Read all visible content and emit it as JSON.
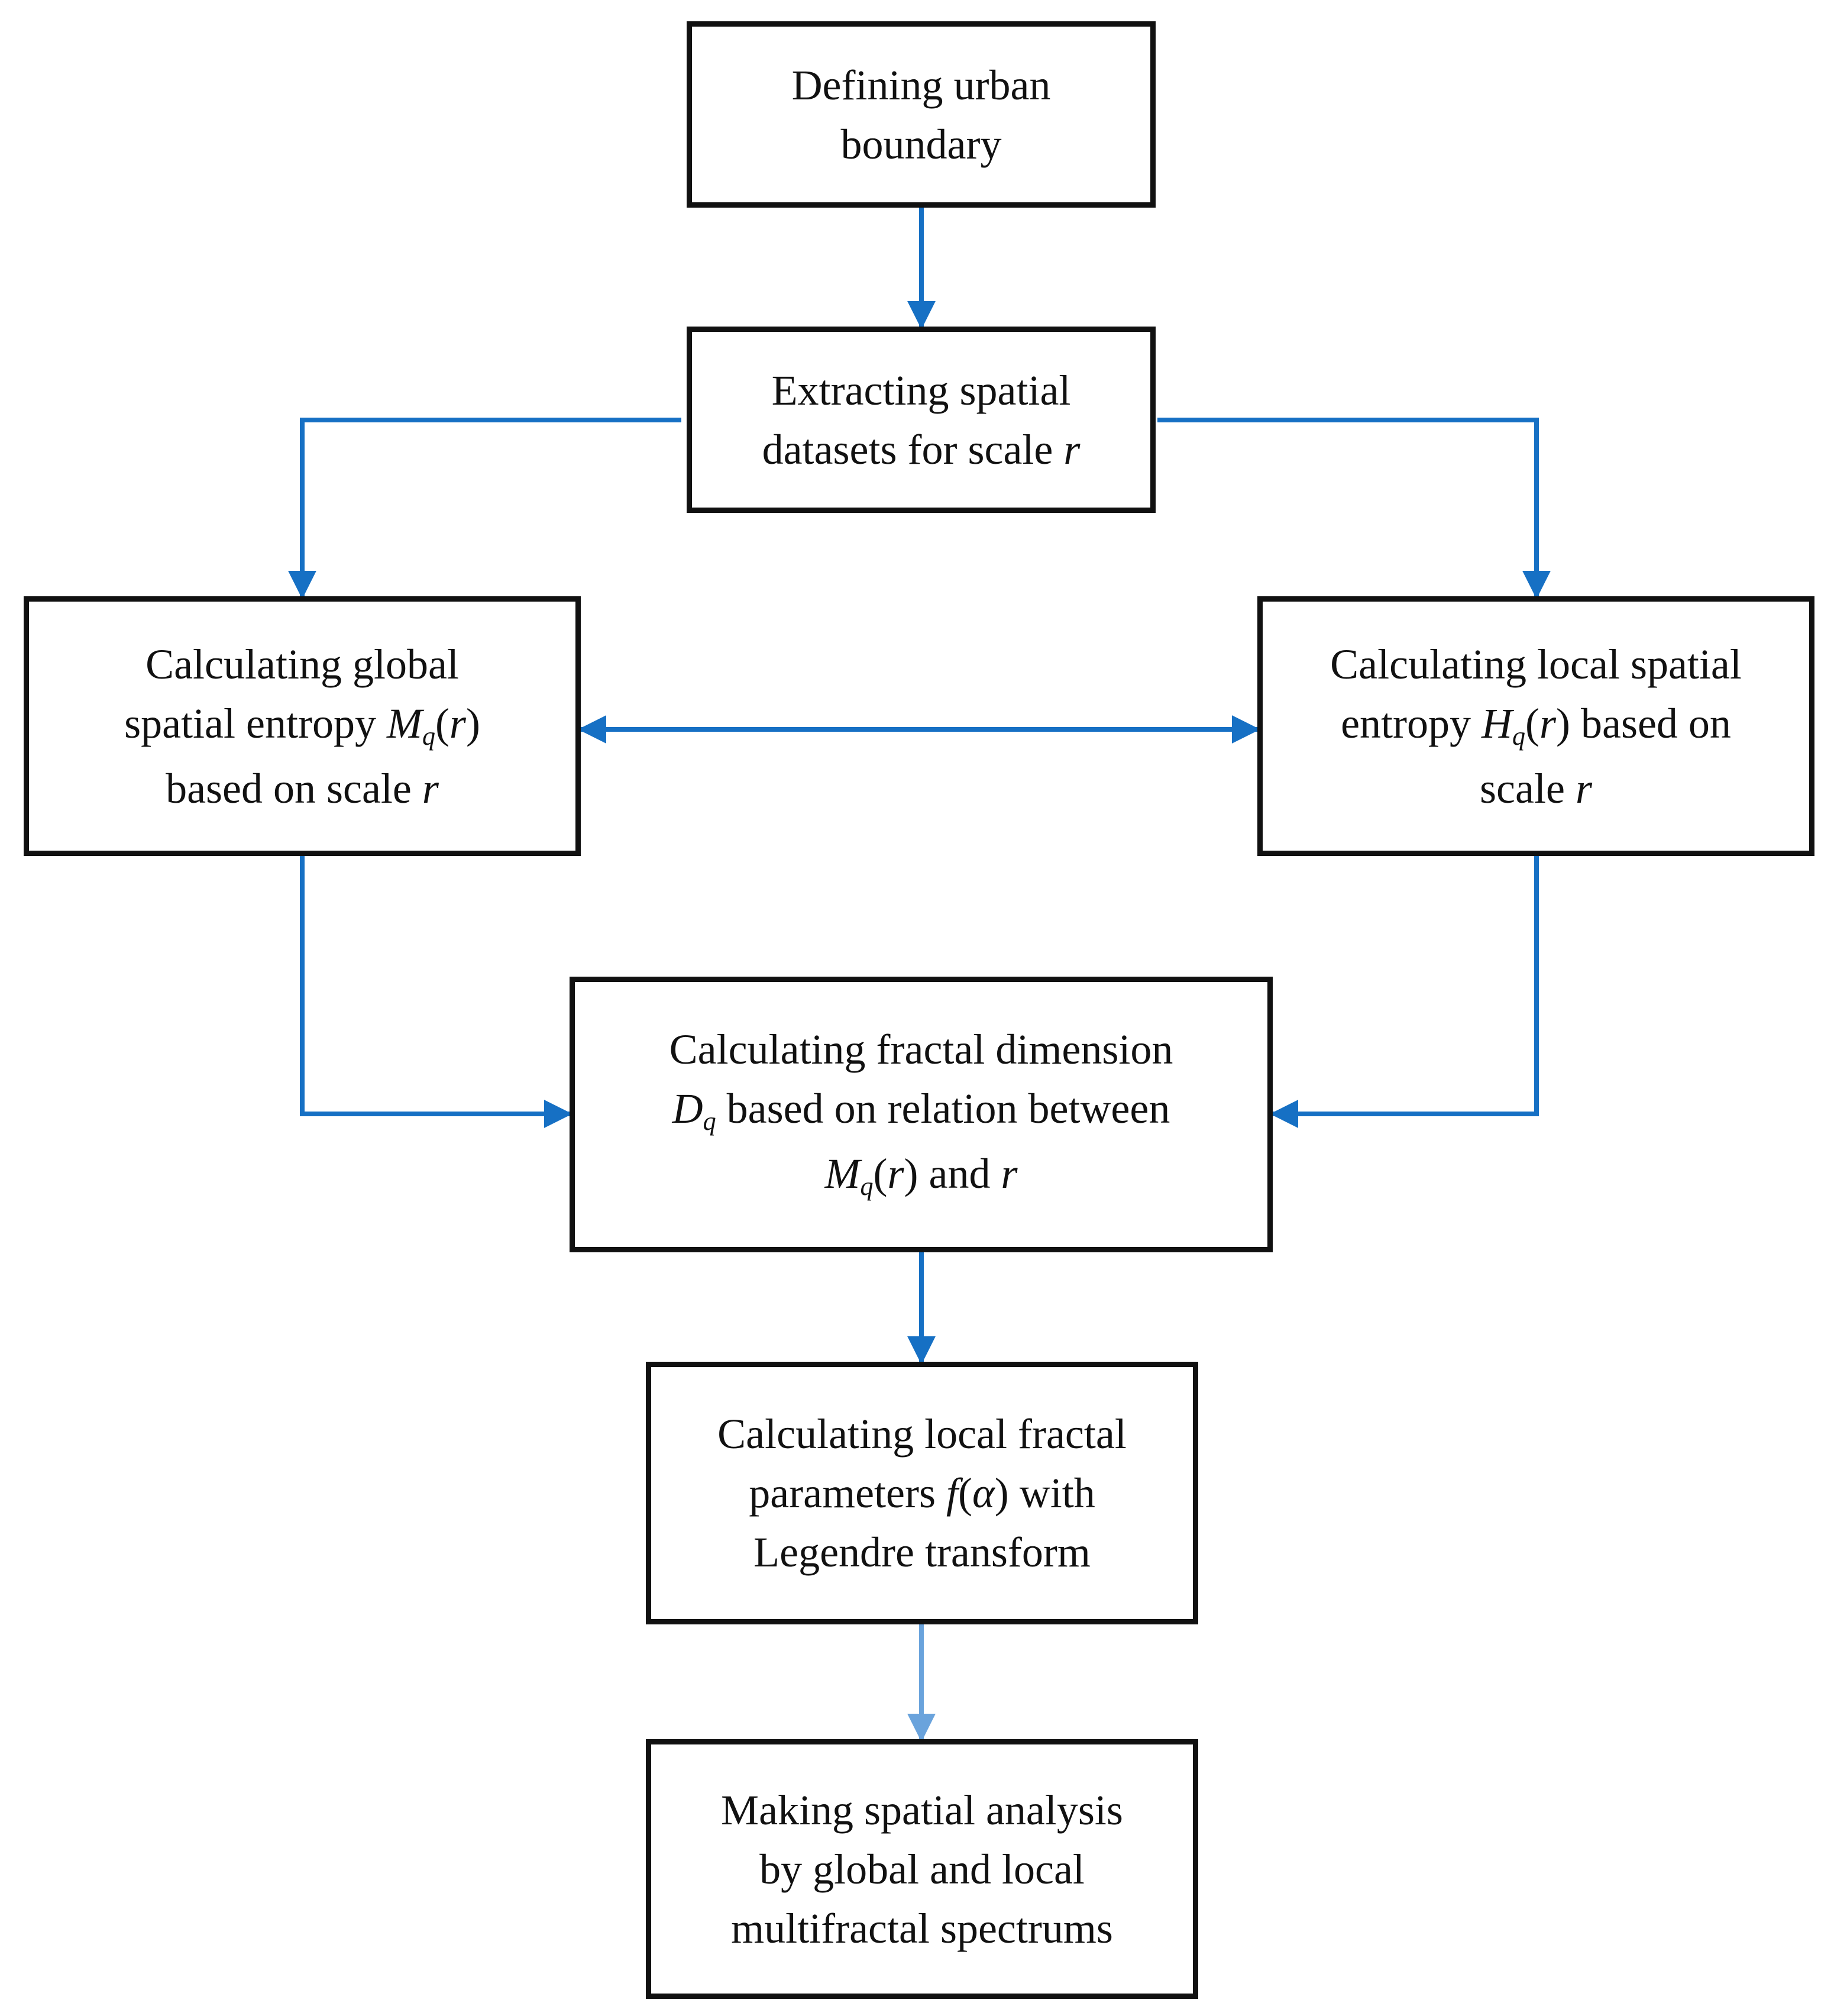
{
  "colors": {
    "arrow": "#1670c4",
    "arrow_light": "#6aa3dc",
    "border": "#111111"
  },
  "nodes": {
    "define_boundary": {
      "lines": [
        "Defining urban",
        "boundary"
      ]
    },
    "extract_datasets": {
      "line1": "Extracting spatial",
      "line2_text": "datasets for scale ",
      "line2_var": "r"
    },
    "global_entropy": {
      "line1": "Calculating global",
      "line2_text": "spatial entropy ",
      "line2_sym": "M",
      "line2_sub": "q",
      "line2_open": "(",
      "line2_var": "r",
      "line2_close": ")",
      "line3_text": "based on scale ",
      "line3_var": "r"
    },
    "local_entropy": {
      "line1": "Calculating local spatial",
      "line2_text": "entropy ",
      "line2_sym": "H",
      "line2_sub": "q",
      "line2_open": "(",
      "line2_var": "r",
      "line2_close": ")",
      "line2_tail": " based on",
      "line3_text": "scale ",
      "line3_var": "r"
    },
    "fractal_dimension": {
      "line1": "Calculating fractal dimension",
      "line2_sym": "D",
      "line2_sub": "q",
      "line2_tail": " based on relation between",
      "line3_sym": "M",
      "line3_sub": "q",
      "line3_open": "(",
      "line3_var": "r",
      "line3_mid": ") and ",
      "line3_var2": "r"
    },
    "local_fractal": {
      "line1": "Calculating local fractal",
      "line2_text": "parameters ",
      "line2_sym": "f",
      "line2_open": "(",
      "line2_var": "α",
      "line2_close": ")",
      "line2_tail": " with",
      "line3": "Legendre transform"
    },
    "spatial_analysis": {
      "lines": [
        "Making spatial analysis",
        "by global and local",
        "multifractal spectrums"
      ]
    }
  },
  "edges": [
    {
      "from": "define_boundary",
      "to": "extract_datasets",
      "style": "solid"
    },
    {
      "from": "extract_datasets",
      "to": "global_entropy",
      "style": "solid"
    },
    {
      "from": "extract_datasets",
      "to": "local_entropy",
      "style": "solid"
    },
    {
      "from": "global_entropy",
      "to": "local_entropy",
      "style": "bidirectional"
    },
    {
      "from": "global_entropy",
      "to": "fractal_dimension",
      "style": "solid"
    },
    {
      "from": "local_entropy",
      "to": "fractal_dimension",
      "style": "solid"
    },
    {
      "from": "fractal_dimension",
      "to": "local_fractal",
      "style": "solid"
    },
    {
      "from": "local_fractal",
      "to": "spatial_analysis",
      "style": "light"
    }
  ]
}
